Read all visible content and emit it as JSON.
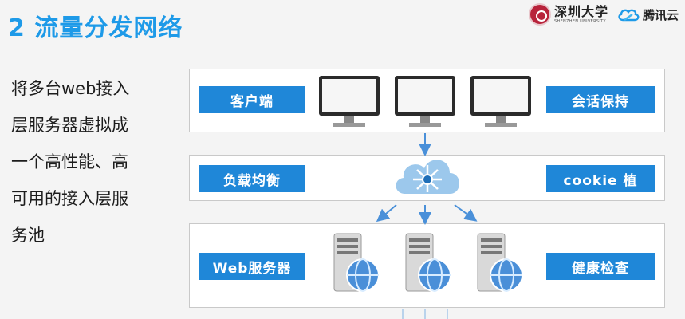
{
  "title": "2 流量分发网络",
  "logos": {
    "university_name": "深圳大学",
    "university_en": "SHENZHEN UNIVERSITY",
    "tencent_name": "腾讯云"
  },
  "description_lines": [
    "将多台web接入",
    "层服务器虚拟成",
    "一个高性能、高",
    "可用的接入层服",
    "务池"
  ],
  "layers": {
    "client": {
      "label": "客户端",
      "feature": "会话保持"
    },
    "load_balancer": {
      "label": "负载均衡",
      "feature": "cookie 植"
    },
    "web": {
      "label": "Web服务器",
      "feature": "健康检查"
    }
  },
  "colors": {
    "title": "#1e9ae8",
    "tag": "#1f87d8",
    "arrow": "#4a90d9",
    "cloud": "#9cc8ec"
  }
}
